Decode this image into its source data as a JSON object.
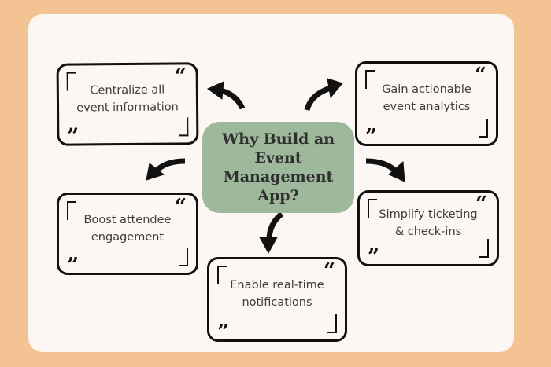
{
  "title": "Why Build an Event Management App?",
  "reasons": [
    "Centralize all event information",
    "Gain actionable event analytics",
    "Boost attendee engagement",
    "Simplify ticketing & check-ins",
    "Enable real-time notifications"
  ],
  "colors": {
    "background": "#f3c393",
    "card": "#fcf7f3",
    "center": "#9db89a"
  }
}
